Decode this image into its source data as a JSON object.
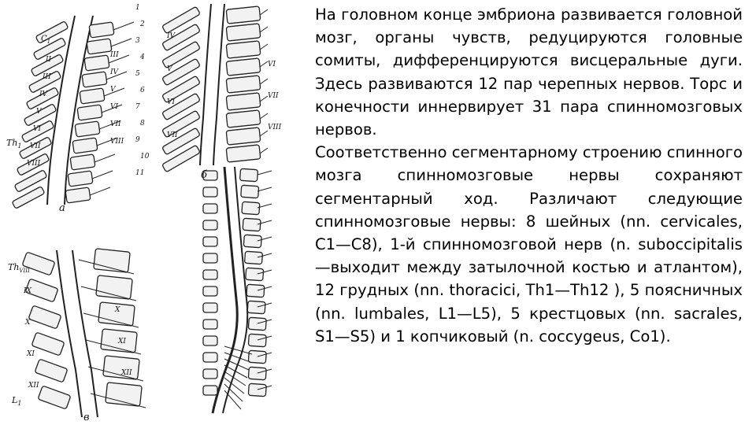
{
  "figure": {
    "caption_a": "а",
    "caption_b": "б",
    "caption_v": "в",
    "roman_a": [
      "II",
      "III",
      "IV",
      "V",
      "VI",
      "VII",
      "VIII"
    ],
    "roman_a_right": [
      "III",
      "IV",
      "V",
      "VI",
      "VII",
      "VIII"
    ],
    "arabic_a": [
      "1",
      "2",
      "3",
      "4",
      "5",
      "6",
      "7",
      "8",
      "9",
      "10",
      "11"
    ],
    "roman_b_left": [
      "IV",
      "V",
      "VI",
      "VII"
    ],
    "roman_b_right": [
      "VI",
      "VII",
      "VIII"
    ],
    "roman_c_left": [
      "IX",
      "X",
      "XI",
      "XII"
    ],
    "roman_c_right": [
      "X",
      "XI",
      "XII"
    ],
    "labels": {
      "th1": "Th",
      "th1_sub": "1",
      "th_viii": "Th",
      "th_viii_sub": "VIII",
      "l1": "L",
      "l1_sub": "1",
      "c1": "C",
      "c1_sub": "1"
    }
  },
  "text": {
    "p1": "На головном конце эмбриона развивается головной мозг, органы чувств, редуцируются головные сомиты, дифференцируются висцеральные дуги. Здесь развиваются 12 пар черепных нервов. Торс и конечности иннервирует 31 пара спинномозговых нервов.",
    "p2": "Соответственно сегментарному строению спинного мозга спинномозговые нервы сохраняют сегментарный ход. Различают следующие спинномозговые нервы: 8 шейных (nn. cervicales, C1—C8), 1-й спинномозговой нерв (n. suboccipitalis—выходит между затылочной костью и атлантом), 12 грудных (nn. thoracici, Th1—Th12 ), 5 поясничных (nn. lumbales, L1—L5), 5 крестцовых (nn. sacrales, S1—S5) и 1 копчиковый (n. coccygeus, Co1)."
  }
}
